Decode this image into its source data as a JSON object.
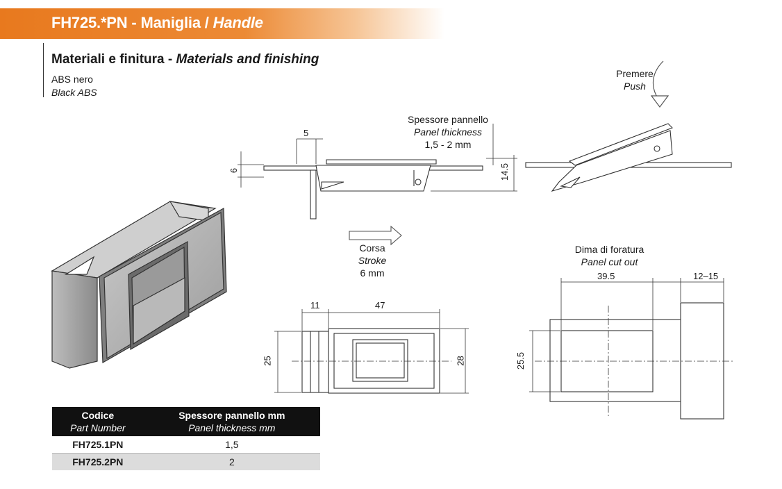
{
  "header": {
    "code": "FH725.*PN",
    "separator": "-",
    "name_it": "Maniglia",
    "slash": "/",
    "name_en": "Handle"
  },
  "materials": {
    "title_it": "Materiali e finitura",
    "title_sep": "-",
    "title_en": "Materials and finishing",
    "line_it": "ABS nero",
    "line_en": "Black ABS"
  },
  "labels": {
    "push_it": "Premere",
    "push_en": "Push",
    "panel_it": "Spessore pannello",
    "panel_en": "Panel thickness",
    "panel_value": "1,5 - 2 mm",
    "stroke_it": "Corsa",
    "stroke_en": "Stroke",
    "stroke_value": "6 mm",
    "cutout_it": "Dima di foratura",
    "cutout_en": "Panel cut out"
  },
  "dimensions": {
    "d5": "5",
    "d6": "6",
    "d14_5": "14.5",
    "d11": "11",
    "d47": "47",
    "d25": "25",
    "d28": "28",
    "d39_5": "39.5",
    "d12_15": "12–15",
    "d25_5": "25.5"
  },
  "table": {
    "col1_it": "Codice",
    "col1_en": "Part Number",
    "col2_it": "Spessore pannello mm",
    "col2_en": "Panel thickness mm",
    "rows": [
      {
        "code": "FH725.1PN",
        "value": "1,5"
      },
      {
        "code": "FH725.2PN",
        "value": "2"
      }
    ]
  },
  "colors": {
    "accent": "#e8791e",
    "line": "#333333",
    "part_fill": "#a9a9a9"
  }
}
